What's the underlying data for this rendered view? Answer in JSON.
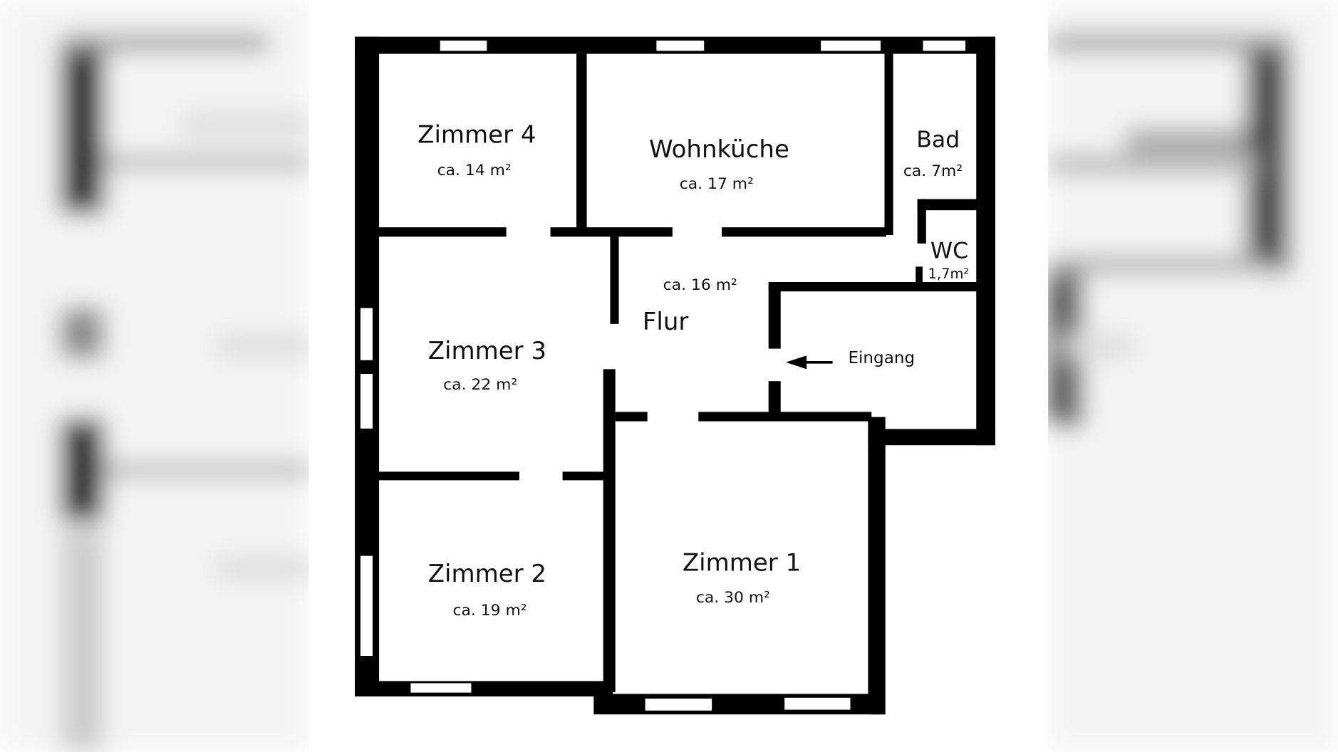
{
  "floorplan": {
    "rooms": [
      {
        "id": "zimmer-4",
        "name": "Zimmer 4",
        "area": "ca. 14 m²"
      },
      {
        "id": "wohnkueche",
        "name": "Wohnküche",
        "area": "ca. 17 m²"
      },
      {
        "id": "bad",
        "name": "Bad",
        "area": "ca. 7m²"
      },
      {
        "id": "wc",
        "name": "WC",
        "area": "1,7m²"
      },
      {
        "id": "flur",
        "name": "Flur",
        "area": "ca. 16 m²"
      },
      {
        "id": "zimmer-3",
        "name": "Zimmer 3",
        "area": "ca. 22 m²"
      },
      {
        "id": "zimmer-2",
        "name": "Zimmer 2",
        "area": "ca. 19 m²"
      },
      {
        "id": "zimmer-1",
        "name": "Zimmer 1",
        "area": "ca. 30 m²"
      }
    ],
    "entrance": {
      "label": "Eingang",
      "icon": "arrow-left-icon"
    },
    "colors": {
      "wall": "#000000",
      "background": "#ffffff",
      "blur_side": "#e8e8e8"
    }
  }
}
